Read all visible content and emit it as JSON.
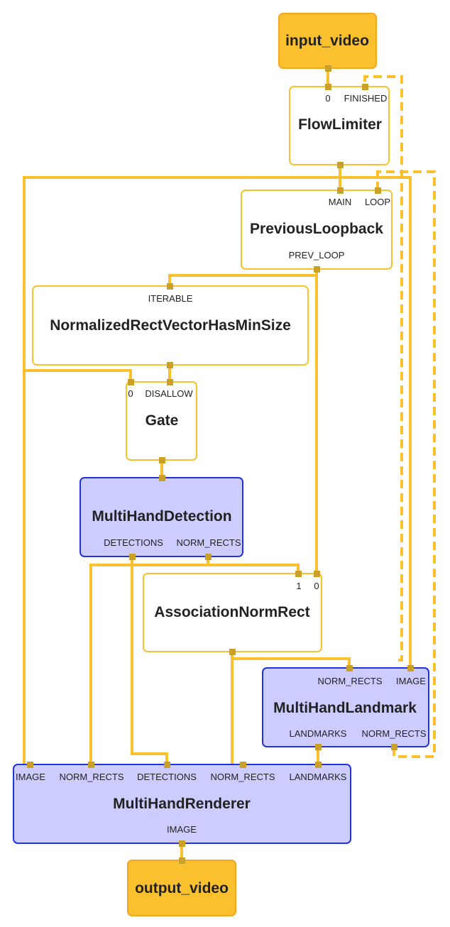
{
  "nodes": {
    "input_video": {
      "title": "input_video"
    },
    "flow_limiter": {
      "title": "FlowLimiter",
      "in_0": "0",
      "in_finished": "FINISHED"
    },
    "previous_loopback": {
      "title": "PreviousLoopback",
      "in_main": "MAIN",
      "in_loop": "LOOP",
      "out_prev_loop": "PREV_LOOP"
    },
    "normalized_rect": {
      "title": "NormalizedRectVectorHasMinSize",
      "in_iterable": "ITERABLE"
    },
    "gate": {
      "title": "Gate",
      "in_0": "0",
      "in_disallow": "DISALLOW"
    },
    "multi_hand_detection": {
      "title": "MultiHandDetection",
      "out_detections": "DETECTIONS",
      "out_norm_rects": "NORM_RECTS"
    },
    "association_norm_rect": {
      "title": "AssociationNormRect",
      "in_1": "1",
      "in_0": "0"
    },
    "multi_hand_landmark": {
      "title": "MultiHandLandmark",
      "in_norm_rects": "NORM_RECTS",
      "in_image": "IMAGE",
      "out_landmarks": "LANDMARKS",
      "out_norm_rects": "NORM_RECTS"
    },
    "multi_hand_renderer": {
      "title": "MultiHandRenderer",
      "in_image": "IMAGE",
      "in_norm_rects_1": "NORM_RECTS",
      "in_detections": "DETECTIONS",
      "in_norm_rects_2": "NORM_RECTS",
      "in_landmarks": "LANDMARKS",
      "out_image": "IMAGE"
    },
    "output_video": {
      "title": "output_video"
    }
  },
  "colors": {
    "edge": "#fbc02d",
    "calculator_border": "#fbc02d",
    "subgraph_fill": "#ccccff",
    "subgraph_border": "#2233dd",
    "io_fill": "#fbc02d",
    "pin": "#c8a02a"
  }
}
